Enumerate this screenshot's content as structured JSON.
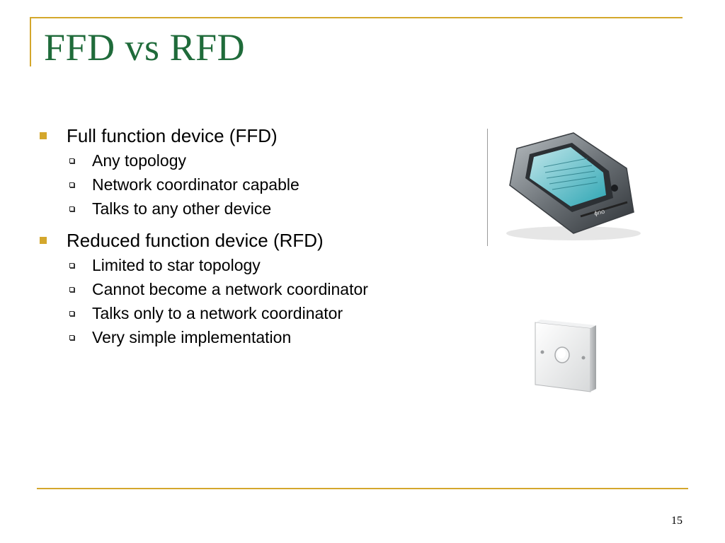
{
  "slide": {
    "title": "FFD vs RFD",
    "page_number": "15"
  },
  "bullets": [
    {
      "label": "Full function device (FFD)",
      "sub": [
        "Any topology",
        "Network coordinator capable",
        "Talks to any other device"
      ]
    },
    {
      "label": "Reduced function device (RFD)",
      "sub": [
        "Limited to star topology",
        "Cannot become a network coordinator",
        "Talks only to a network coordinator",
        "Very simple implementation"
      ]
    }
  ],
  "images": {
    "pda": "pda-device-image",
    "switch": "wall-switch-image"
  },
  "colors": {
    "accent": "#d4a72c",
    "title": "#1f6b3a"
  }
}
